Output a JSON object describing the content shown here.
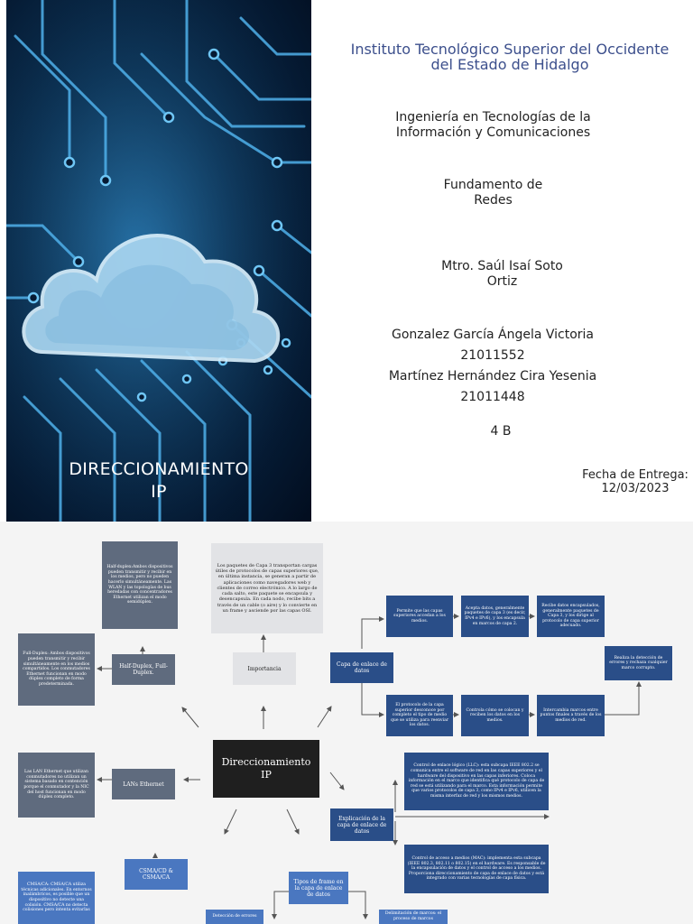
{
  "cover": {
    "title_line1": "DIRECCIONAMIENTO",
    "title_line2": "IP",
    "institution_line1": "Instituto Tecnológico Superior del Occidente",
    "institution_line2": "del Estado de Hidalgo",
    "career_line1": "Ingeniería en Tecnologías de la",
    "career_line2": "Información y Comunicaciones",
    "subject_line1": "Fundamento de",
    "subject_line2": "Redes",
    "teacher_line1": "Mtro. Saúl Isaí Soto",
    "teacher_line2": "Ortiz",
    "student1_name": "Gonzalez García Ángela Victoria",
    "student1_id": "21011552",
    "student2_name": "Martínez Hernández Cira Yesenia",
    "student2_id": "21011448",
    "group": "4 B",
    "delivery_label": "Fecha de Entrega:",
    "delivery_date": "12/03/2023"
  },
  "mindmap": {
    "center": "Direccionamiento IP",
    "half_duplex_desc": "Half-duplex:Ambos dispositivos pueden transmitir y recibir en los medios, pero no pueden hacerlo simultáneamente. Las WLAN y las topologías de bus heredadas con concentradores Ethernet utilizan el modo semidúplex.",
    "full_duplex_desc": "Full-Duplex: Ambos dispositivos pueden transmitir y recibir simultáneamente en los medios compartidos. Los conmutadores Ethernet funcionan en modo dúplex completo de forma predeterminada.",
    "half_full": "Half-Duplex, Full-Duplex.",
    "importance_desc": "Los paquetes de Capa 3 transportan cargas útiles de protocolos de capas superiores que, en última instancia, se generan a partir de aplicaciones como navegadores web y clientes de correo electrónico. A lo largo de cada salto, este paquete se encapsula y desencapsula. En cada nodo, recibe bits a través de un cable (o aire) y lo convierte en un frame y asciende por las capas OSI.",
    "importance": "Importancia",
    "data_link_layer": "Capa de enlace de datos",
    "dl_top1": "Permite que las capas superiores accedan a los medios.",
    "dl_top2": "Acepta datos, generalmente paquetes de capa 3 (es decir, IPv4 e IPv6), y los encapsula en marcos de capa 2.",
    "dl_top3": "Recibe datos encapsulados, generalmente paquetes de Capa 3, y los dirige al protocolo de capa superior adecuado.",
    "dl_right": "Realiza la detección de errores y rechaza cualquier marco corrupto.",
    "dl_bot1": "El protocolo de la capa superior desconoce por completo el tipo de medio que se utiliza para reenviar los datos.",
    "dl_bot2": "Controla cómo se colocan y reciben los datos en los medios.",
    "dl_bot3": "Intercambia marcos entre puntos finales a través de los medios de red.",
    "lans": "LANs Ethernet",
    "lans_desc": "Las LAN Ethernet que utilizan conmutadores no utilizan un sistema basado en contención porque el conmutador y la NIC del host funcionan en modo dúplex completo.",
    "llc_desc": "Control de enlace lógico (LLC): esta subcapa IEEE 802.2 se comunica entre el software de red en las capas superiores y el hardware del dispositivo en las capas inferiores. Coloca información en el marco que identifica qué protocolo de capa de red se está utilizando para el marco. Esta información permite que varios protocolos de capa 3, como IPv4 e IPv6, utilicen la misma interfaz de red y los mismos medios.",
    "explanation": "Explicación de la capa de enlace de datos",
    "mac_desc": "Control de acceso a medios (MAC): implementa esta subcapa (IEEE 802.3, 802.11 o 802.15) en el hardware. Es responsable de la encapsulación de datos y el control de acceso a los medios. Proporciona direccionamiento de capa de enlace de datos y está integrado con varias tecnologías de capa física.",
    "csma": "CSMA/CD & CSMA/CA",
    "csma_desc": "CMSA/CA: CMSA/CA utiliza técnicas adicionales. En entornos inalámbricos, es posible que un dispositivo no detecte una colisión. CMSA/CA no detecta colisiones pero intenta evitarlas",
    "frame_types": "Tipos de frame en la capa de enlace de datos",
    "error_detection": "Detección de errores",
    "frame_delimit": "Delimitación de marcos: el proceso de marcos"
  }
}
